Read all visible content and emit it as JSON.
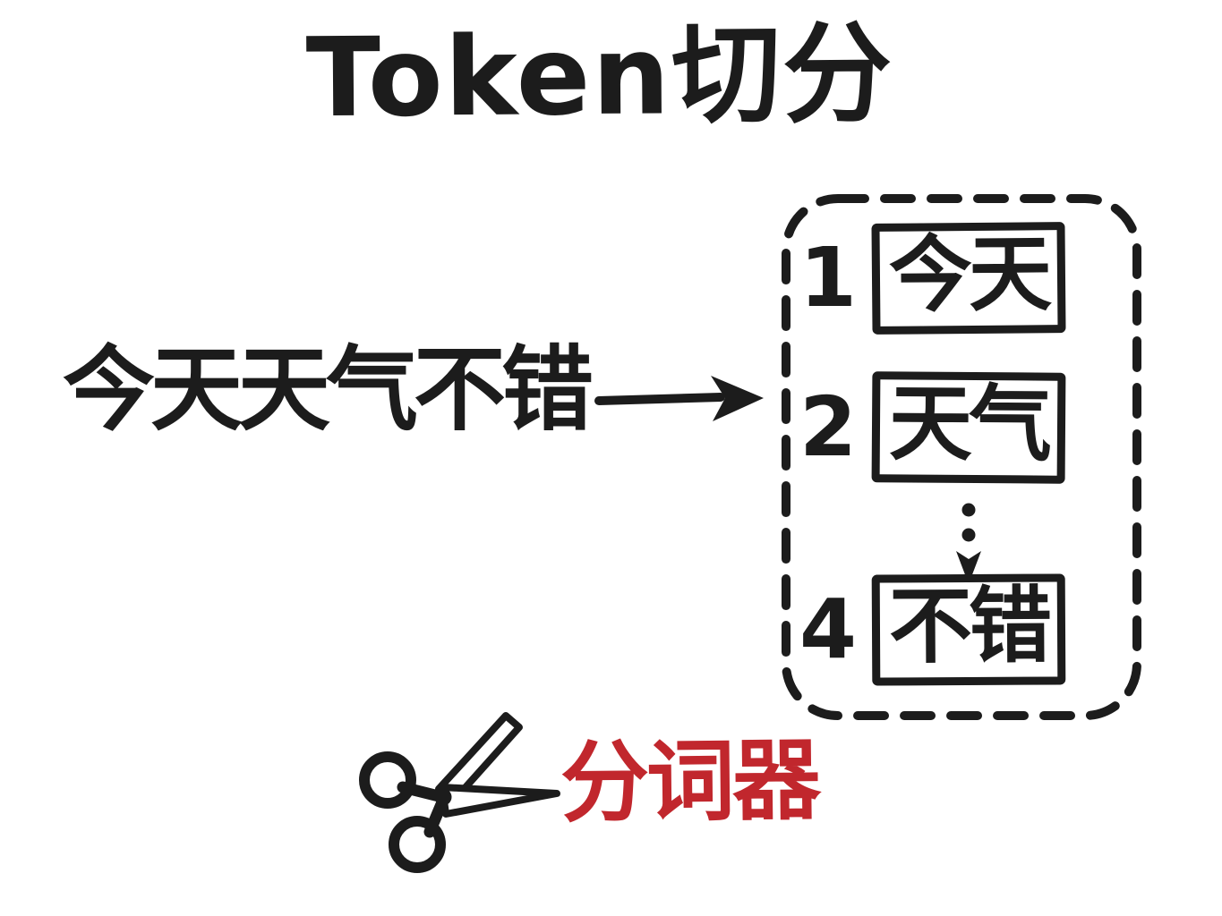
{
  "diagram": {
    "title": "Token切分",
    "input_sentence": "今天天气不错",
    "tokens": [
      {
        "index": "1",
        "text": "今天"
      },
      {
        "index": "2",
        "text": "天气"
      },
      {
        "index": "4",
        "text": "不错"
      }
    ],
    "tokenizer_label": "分词器",
    "icons": {
      "arrow_right": "→",
      "dotted_arrow_down": "⋮↓",
      "scissors": "✂"
    },
    "colors": {
      "ink": "#1c1c1c",
      "accent_red": "#c1272d",
      "background": "#ffffff"
    }
  }
}
